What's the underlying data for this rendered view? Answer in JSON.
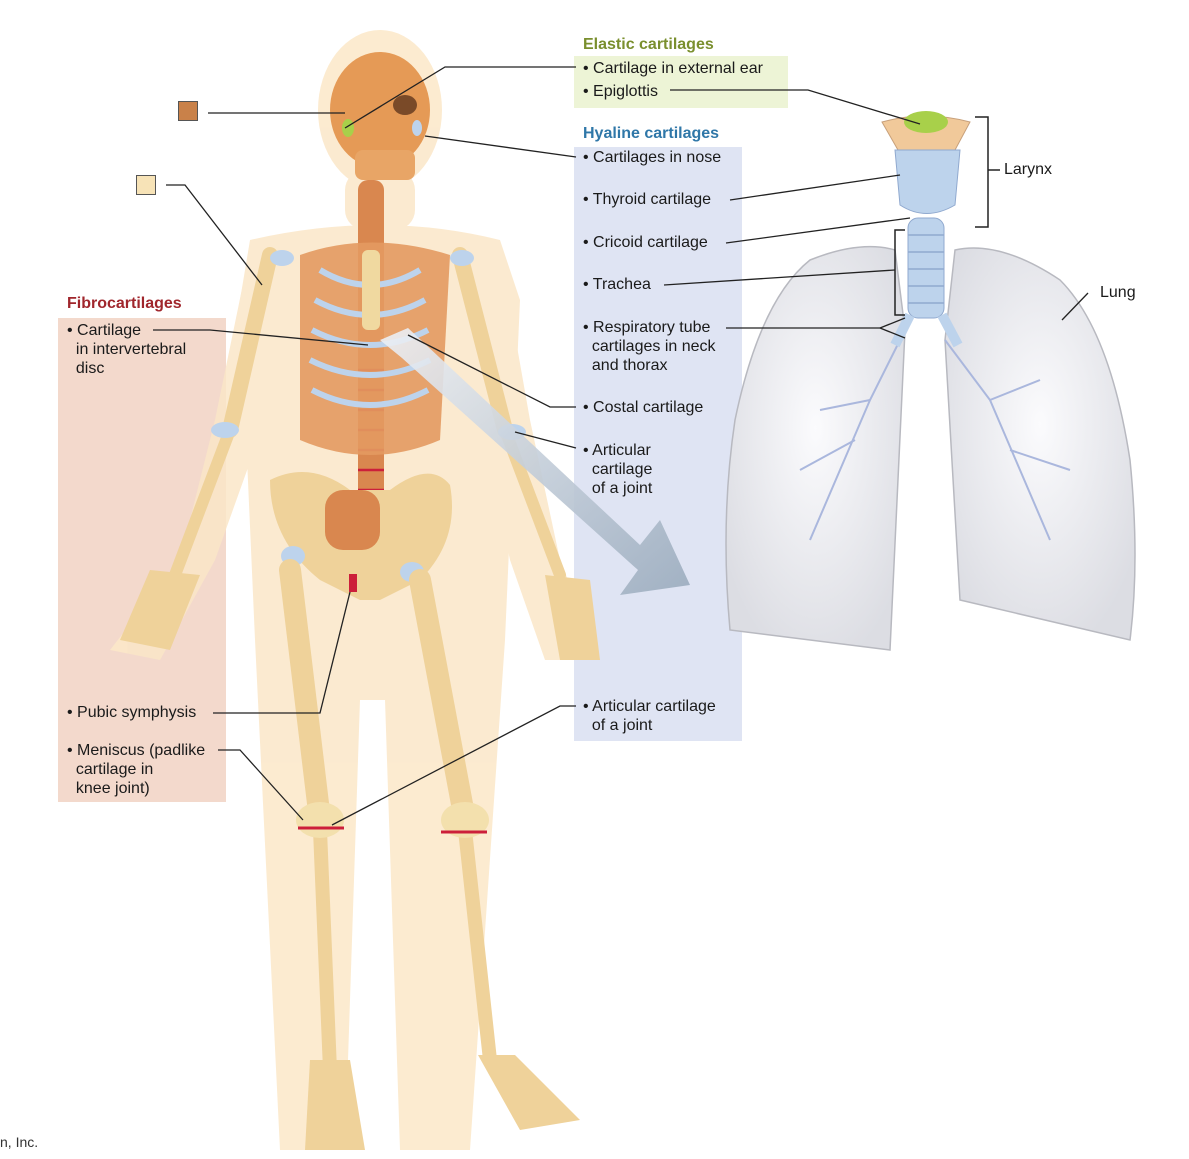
{
  "colors": {
    "elastic": "#7a8f2e",
    "hyaline": "#2f77a8",
    "fibro": "#a0262c",
    "hyaline_panel": "#dfe4f3",
    "elastic_panel": "#edf4d6",
    "fibro_panel": "#f3d9cc",
    "bone": "#f0d9a0",
    "cartilage_blue": "#bdd3ec",
    "swatch_brown": "#c98149",
    "swatch_tan": "#f7e3b7"
  },
  "legend": {
    "swatch1_icon": "brown-square",
    "swatch2_icon": "tan-square"
  },
  "elastic": {
    "title": "Elastic cartilages",
    "items": [
      "• Cartilage in external ear",
      "• Epiglottis"
    ]
  },
  "hyaline": {
    "title": "Hyaline cartilages",
    "items": [
      "• Cartilages in nose",
      "• Thyroid cartilage",
      "• Cricoid cartilage",
      "• Trachea",
      "• Respiratory tube\n  cartilages in neck\n  and thorax",
      "• Costal cartilage",
      "• Articular\n  cartilage\n  of a joint",
      "• Articular cartilage\n  of a joint"
    ]
  },
  "fibro": {
    "title": "Fibrocartilages",
    "items": [
      "• Cartilage\n  in intervertebral\n  disc",
      "• Pubic symphysis",
      "• Meniscus (padlike\n  cartilage in\n  knee joint)"
    ]
  },
  "larynx_label": "Larynx",
  "lung_label": "Lung",
  "credit": "n, Inc."
}
